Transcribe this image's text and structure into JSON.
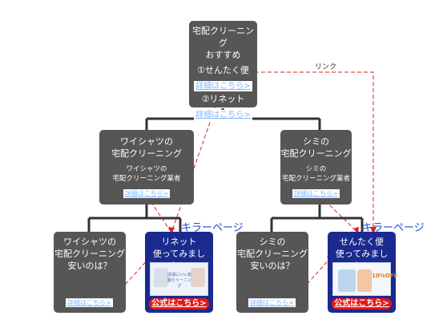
{
  "root": {
    "title_line1": "宅配クリーニング",
    "title_line2": "おすすめ",
    "item1": "①せんたく便",
    "item1_link": "詳細はこちら>",
    "item2": "②リネット",
    "item2_link": "詳細はこちら>"
  },
  "mid_left": {
    "title_line1": "ワイシャツの",
    "title_line2": "宅配クリーニング",
    "desc_line1": "ワイシャツの",
    "desc_line2": "宅配クリーニング業者",
    "link": "詳細はこちら>"
  },
  "mid_right": {
    "title_line1": "シミの",
    "title_line2": "宅配クリーニング",
    "desc_line1": "シミの",
    "desc_line2": "宅配クリーニング業者",
    "link": "詳細はこちら>"
  },
  "leaf1": {
    "line1": "ワイシャツの",
    "line2": "宅配クリーニング",
    "line3": "安いのは？",
    "link": "詳細はこちら>"
  },
  "leaf2": {
    "line1": "リネット",
    "line2": "使ってみました！",
    "button": "公式はこちら>",
    "shot_text": "清潔にいい衣服クリーニング"
  },
  "leaf3": {
    "line1": "シミの",
    "line2": "宅配クリーニング",
    "line3": "安いのは？",
    "link": "詳細はこちら>"
  },
  "leaf4": {
    "line1": "せんたく便",
    "line2": "使ってみました！",
    "button": "公式はこちら>",
    "shot_text": "10%OFF"
  },
  "labels": {
    "link_label": "リンク",
    "killer_left": "キラーページ",
    "killer_right": "キラーページ"
  },
  "colors": {
    "box_gray": "#565656",
    "box_blue": "#1a2a8e",
    "connector": "#333333",
    "dashed_link": "#e02020",
    "killer_text": "#1b4bd6"
  }
}
